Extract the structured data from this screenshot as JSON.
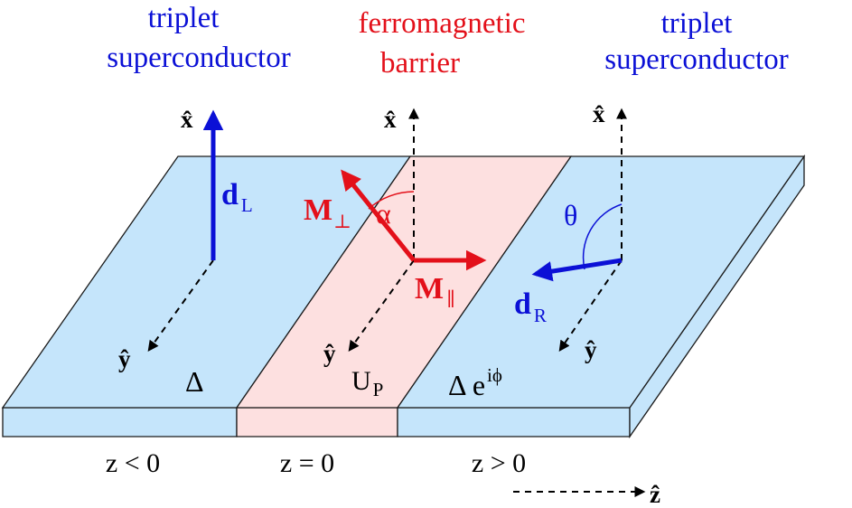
{
  "colors": {
    "superconductor_fill": "#c5e5fb",
    "barrier_fill": "#fde0e0",
    "outline": "#1a1a1a",
    "blue": "#0b10d6",
    "red": "#e3101a",
    "text_dark": "#000000"
  },
  "headers": {
    "left_line1": "triplet",
    "left_line2": "superconductor",
    "center_line1": "ferromagnetic",
    "center_line2": "barrier",
    "right_line1": "triplet",
    "right_line2": "superconductor"
  },
  "axes": {
    "x_hat": "x̂",
    "y_hat": "ŷ",
    "z_hat": "ẑ"
  },
  "vectors": {
    "d_symbol": "d",
    "d_left_sub": "L",
    "d_right_sub": "R",
    "m_symbol": "M",
    "m_perp_sub": "⊥",
    "m_par_sub": "∥"
  },
  "angles": {
    "alpha": "α",
    "theta": "θ"
  },
  "regions": {
    "left_gap": "Δ",
    "center_potential": "U",
    "center_potential_sub": "P",
    "right_gap": "Δ e",
    "right_gap_sup": "iϕ"
  },
  "positions": {
    "left": "z < 0",
    "center": "z = 0",
    "right": "z > 0"
  }
}
